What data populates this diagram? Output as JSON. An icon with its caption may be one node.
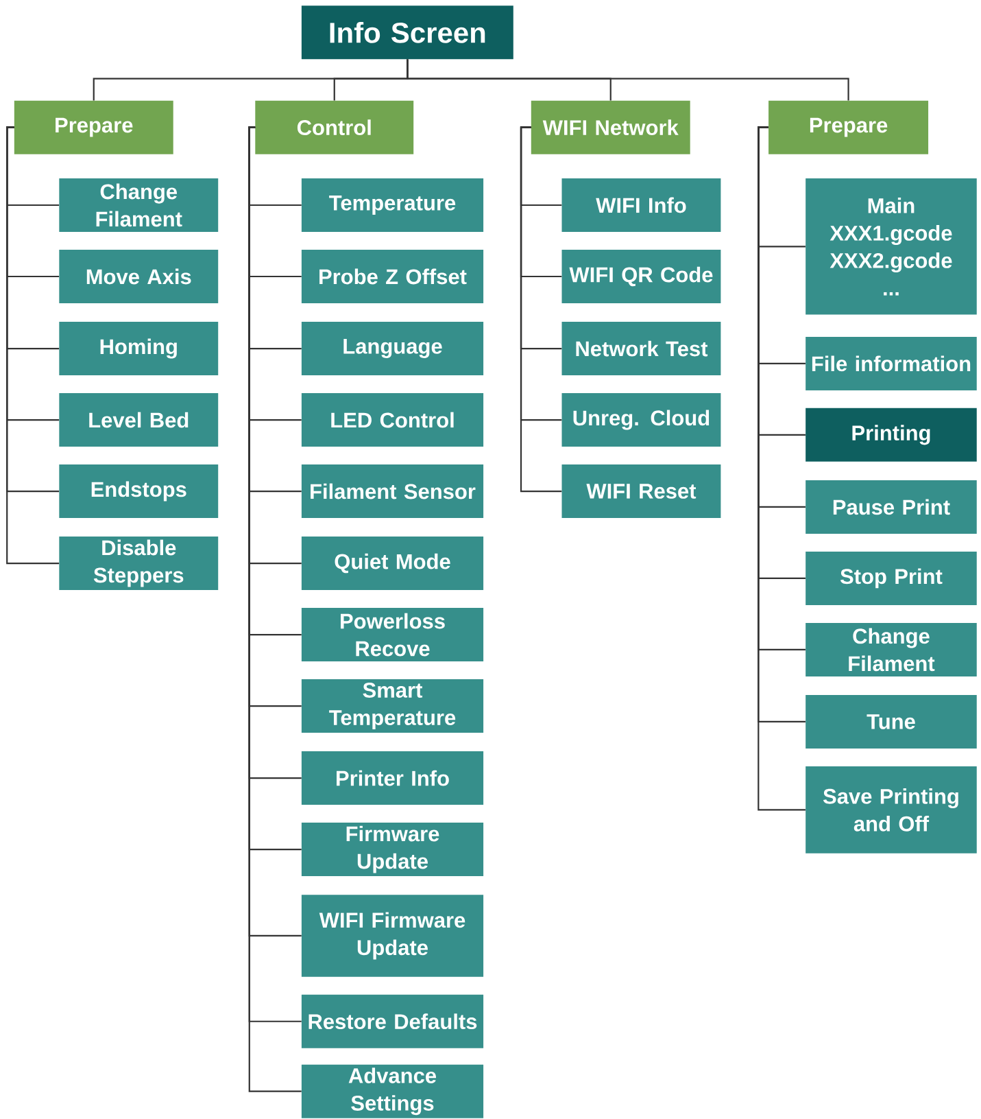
{
  "diagram": {
    "nodes": [
      {
        "text": [
          "Info Screen"
        ]
      },
      {
        "text": [
          "Prepare"
        ]
      },
      {
        "text": [
          "Control"
        ]
      },
      {
        "text": [
          "WIFI Network"
        ]
      },
      {
        "text": [
          "Prepare"
        ]
      },
      {
        "text": [
          "Change Filament"
        ]
      },
      {
        "text": [
          "Move Axis"
        ]
      },
      {
        "text": [
          "Homing"
        ]
      },
      {
        "text": [
          "Level Bed"
        ]
      },
      {
        "text": [
          "Endstops"
        ]
      },
      {
        "text": [
          "Disable Steppers"
        ]
      },
      {
        "text": [
          "Temperature"
        ]
      },
      {
        "text": [
          "Probe Z Offset"
        ]
      },
      {
        "text": [
          "Language"
        ]
      },
      {
        "text": [
          "LED Control"
        ]
      },
      {
        "text": [
          "Filament Sensor"
        ]
      },
      {
        "text": [
          "Quiet Mode"
        ]
      },
      {
        "text": [
          "Powerloss Recove"
        ]
      },
      {
        "text": [
          "Smart Temperature"
        ]
      },
      {
        "text": [
          "Printer Info"
        ]
      },
      {
        "text": [
          "Firmware Update"
        ]
      },
      {
        "text": [
          "WIFI Firmware Update"
        ]
      },
      {
        "text": [
          "Restore Defaults"
        ]
      },
      {
        "text": [
          "Advance Settings"
        ]
      },
      {
        "text": [
          "WIFI Info"
        ]
      },
      {
        "text": [
          "WIFI QR Code"
        ]
      },
      {
        "text": [
          "Network Test"
        ]
      },
      {
        "text": [
          "Unreg. Cloud"
        ]
      },
      {
        "text": [
          "WIFI Reset"
        ]
      },
      {
        "text": [
          "Main",
          "XXX1.gcode",
          "XXX2.gcode",
          "..."
        ]
      },
      {
        "text": [
          "File information"
        ]
      },
      {
        "text": [
          "Printing"
        ]
      },
      {
        "text": [
          "Pause Print"
        ]
      },
      {
        "text": [
          "Stop Print"
        ]
      },
      {
        "text": [
          "Change Filament"
        ]
      },
      {
        "text": [
          "Tune"
        ]
      },
      {
        "text": [
          "Save Printing and Off"
        ]
      }
    ],
    "edges": [
      {
        "from": 0,
        "to": 1,
        "arrow": "none"
      },
      {
        "from": 0,
        "to": 2,
        "arrow": "none"
      },
      {
        "from": 0,
        "to": 3,
        "arrow": "none"
      },
      {
        "from": 0,
        "to": 4,
        "arrow": "none"
      },
      {
        "from": 1,
        "to": 5,
        "arrow": "none"
      },
      {
        "from": 1,
        "to": 6,
        "arrow": "none"
      },
      {
        "from": 1,
        "to": 7,
        "arrow": "none"
      },
      {
        "from": 1,
        "to": 8,
        "arrow": "none"
      },
      {
        "from": 1,
        "to": 9,
        "arrow": "none"
      },
      {
        "from": 1,
        "to": 10,
        "arrow": "none"
      },
      {
        "from": 2,
        "to": 11,
        "arrow": "none"
      },
      {
        "from": 2,
        "to": 12,
        "arrow": "none"
      },
      {
        "from": 2,
        "to": 13,
        "arrow": "none"
      },
      {
        "from": 2,
        "to": 14,
        "arrow": "none"
      },
      {
        "from": 2,
        "to": 15,
        "arrow": "none"
      },
      {
        "from": 2,
        "to": 16,
        "arrow": "none"
      },
      {
        "from": 2,
        "to": 17,
        "arrow": "none"
      },
      {
        "from": 2,
        "to": 18,
        "arrow": "none"
      },
      {
        "from": 2,
        "to": 19,
        "arrow": "none"
      },
      {
        "from": 2,
        "to": 20,
        "arrow": "none"
      },
      {
        "from": 2,
        "to": 21,
        "arrow": "none"
      },
      {
        "from": 2,
        "to": 22,
        "arrow": "none"
      },
      {
        "from": 2,
        "to": 23,
        "arrow": "none"
      },
      {
        "from": 3,
        "to": 24,
        "arrow": "none"
      },
      {
        "from": 3,
        "to": 25,
        "arrow": "none"
      },
      {
        "from": 3,
        "to": 26,
        "arrow": "none"
      },
      {
        "from": 3,
        "to": 27,
        "arrow": "none"
      },
      {
        "from": 3,
        "to": 28,
        "arrow": "none"
      },
      {
        "from": 4,
        "to": 29,
        "arrow": "none"
      },
      {
        "from": 4,
        "to": 30,
        "arrow": "none"
      },
      {
        "from": 4,
        "to": 31,
        "arrow": "none"
      },
      {
        "from": 4,
        "to": 32,
        "arrow": "none"
      },
      {
        "from": 4,
        "to": 33,
        "arrow": "none"
      },
      {
        "from": 4,
        "to": 34,
        "arrow": "none"
      },
      {
        "from": 4,
        "to": 35,
        "arrow": "none"
      },
      {
        "from": 4,
        "to": 36,
        "arrow": "none"
      }
    ]
  }
}
